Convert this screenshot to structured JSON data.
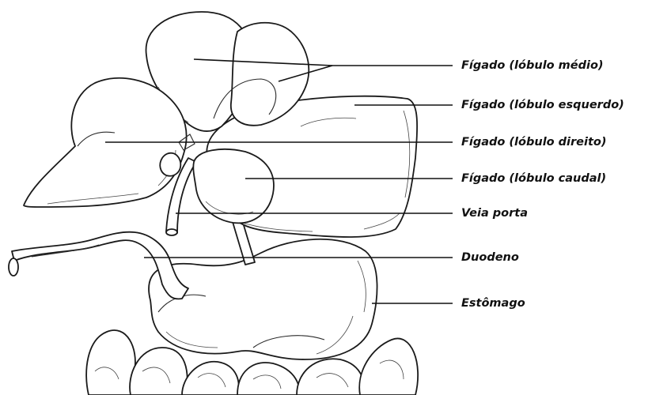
{
  "labels": [
    {
      "id": "medio",
      "text": "Fígado (lóbulo médio)"
    },
    {
      "id": "esquerdo",
      "text": "Fígado (lóbulo esquerdo)"
    },
    {
      "id": "direito",
      "text": "Fígado (lóbulo direito)"
    },
    {
      "id": "caudal",
      "text": "Fígado (lóbulo caudal)"
    },
    {
      "id": "veia",
      "text": "Veia porta"
    },
    {
      "id": "duodeno",
      "text": "Duodeno"
    },
    {
      "id": "estomago",
      "text": "Estômago"
    }
  ],
  "colors": {
    "ink": "#111111",
    "background": "#ffffff"
  }
}
